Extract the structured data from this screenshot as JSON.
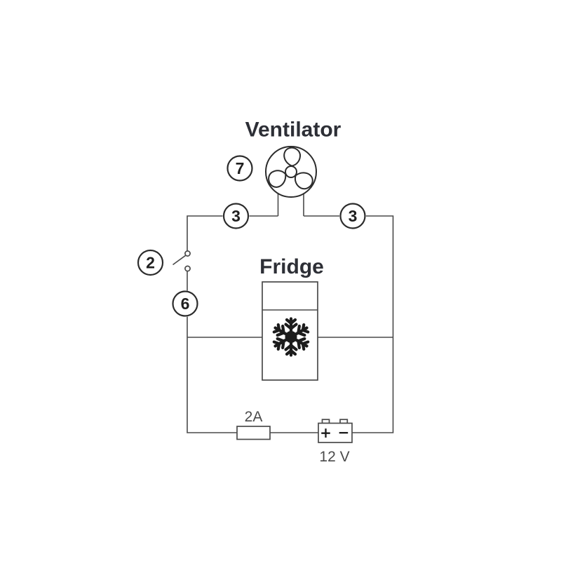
{
  "colors": {
    "background": "#ffffff",
    "wire": "#4a4a4a",
    "component_dark": "#2b2b2b",
    "title_text": "#2d2f36",
    "value_text": "#4a4a4a",
    "snowflake": "#1c1c1c"
  },
  "diagram": {
    "ventilator": {
      "label": "Ventilator",
      "callout": "7"
    },
    "wire_top": {
      "left_callout": "3",
      "right_callout": "3"
    },
    "switch": {
      "callout": "2"
    },
    "wire_left": {
      "callout": "6"
    },
    "fridge": {
      "label": "Fridge"
    },
    "fuse": {
      "rating": "2A"
    },
    "battery": {
      "positive": "+",
      "negative": "−",
      "voltage": "12 V"
    }
  }
}
